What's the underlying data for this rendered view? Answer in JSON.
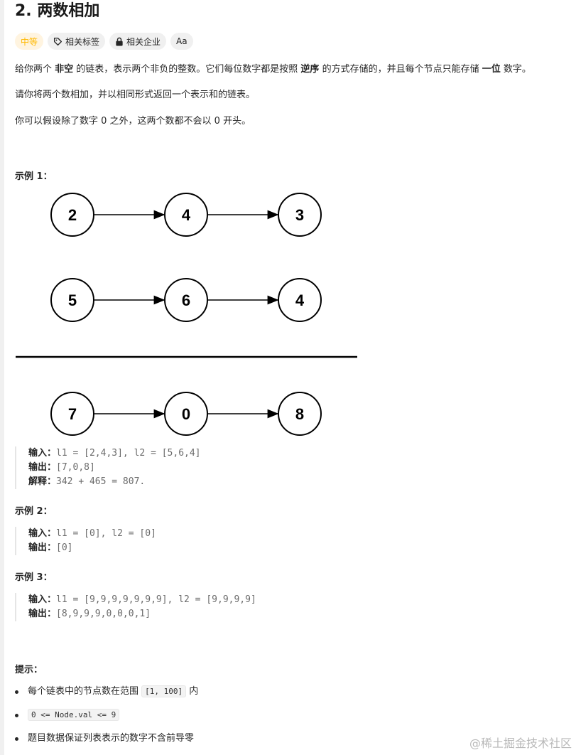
{
  "title": "2. 两数相加",
  "tags": {
    "difficulty": "中等",
    "related_tags": "相关标签",
    "related_companies": "相关企业",
    "font_toggle": "Aa"
  },
  "description": {
    "p1_a": "给你两个 ",
    "p1_b": "非空",
    "p1_c": " 的链表，表示两个非负的整数。它们每位数字都是按照 ",
    "p1_d": "逆序",
    "p1_e": " 的方式存储的，并且每个节点只能存储 ",
    "p1_f": "一位",
    "p1_g": " 数字。",
    "p2": "请你将两个数相加，并以相同形式返回一个表示和的链表。",
    "p3": "你可以假设除了数字 0 之外，这两个数都不会以 0 开头。"
  },
  "diagram": {
    "row1": [
      "2",
      "4",
      "3"
    ],
    "row2": [
      "5",
      "6",
      "4"
    ],
    "row3": [
      "7",
      "0",
      "8"
    ]
  },
  "examples": [
    {
      "title": "示例 1：",
      "lines": [
        {
          "label": "输入：",
          "value": "l1 = [2,4,3], l2 = [5,6,4]"
        },
        {
          "label": "输出：",
          "value": "[7,0,8]"
        },
        {
          "label": "解释：",
          "value": "342 + 465 = 807."
        }
      ]
    },
    {
      "title": "示例 2：",
      "lines": [
        {
          "label": "输入：",
          "value": "l1 = [0], l2 = [0]"
        },
        {
          "label": "输出：",
          "value": "[0]"
        }
      ]
    },
    {
      "title": "示例 3：",
      "lines": [
        {
          "label": "输入：",
          "value": "l1 = [9,9,9,9,9,9,9], l2 = [9,9,9,9]"
        },
        {
          "label": "输出：",
          "value": "[8,9,9,9,0,0,0,1]"
        }
      ]
    }
  ],
  "hints": {
    "title": "提示：",
    "h1_a": "每个链表中的节点数在范围 ",
    "h1_code": "[1, 100]",
    "h1_b": " 内",
    "h2_code": "0 <= Node.val <= 9",
    "h3": "题目数据保证列表表示的数字不含前导零"
  },
  "watermark": "@稀土掘金技术社区",
  "colors": {
    "difficulty": "#ffb800",
    "text": "#262626"
  }
}
